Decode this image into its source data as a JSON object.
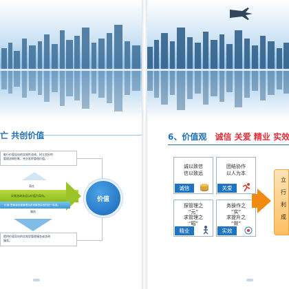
{
  "left_page": {
    "heading": "共创价值",
    "partial_char": "亡",
    "top_text": [
      "能行价值导向的实效性咨询，树立良好的",
      "管理咨询形象，充分发挥管理价值。"
    ],
    "middle_label_top": "责任",
    "middle_text_1": "实效咨询永远以价值为导向。",
    "middle_text_2": "价值”是衡量经营管理及咨询服务实效的统一标准。",
    "middle_label_bottom": "服务",
    "bottom_text": [
      "提供价值导向的实效型管理服务或咨询",
      "服务。"
    ],
    "circle_label": "价值"
  },
  "right_page": {
    "heading_number": "6、价值观",
    "heading_keywords": "诚信 关爱 精业 实效",
    "cards": [
      {
        "text": [
          "诚以致信",
          "信以致远"
        ],
        "label": "诚信"
      },
      {
        "text": [
          "团结协作",
          "以人为本"
        ],
        "label": "关爱"
      },
      {
        "text": [
          "探管理之",
          "“元”",
          "求管理之",
          "“昭”"
        ],
        "label": "精业"
      },
      {
        "text": [
          "务操作之",
          "“实”",
          "求提升之",
          "“效”"
        ],
        "label": "实效"
      }
    ],
    "side_chars": [
      "立",
      "行",
      "利",
      "成"
    ]
  },
  "colors": {
    "accent_blue": "#1f6fb8",
    "keyword_red": "#e2313a",
    "card_label_blue": "#1f74c2",
    "arrow_orange": "#f28a12"
  }
}
